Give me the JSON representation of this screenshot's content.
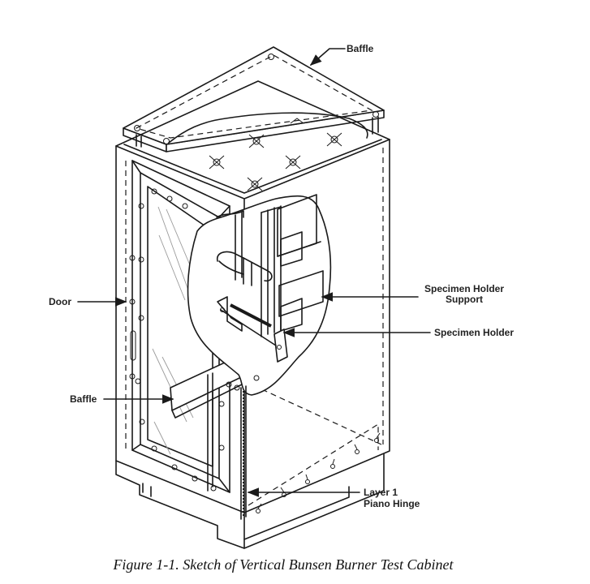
{
  "figure": {
    "caption": "Figure 1-1.  Sketch of Vertical Bunsen Burner Test Cabinet",
    "labels": {
      "baffle_top": "Baffle",
      "door": "Door",
      "specimen_holder_support_line1": "Specimen Holder",
      "specimen_holder_support_line2": "Support",
      "specimen_holder": "Specimen Holder",
      "baffle_lower": "Baffle",
      "layer_1": "Layer 1",
      "piano_hinge": "Piano Hinge"
    }
  }
}
